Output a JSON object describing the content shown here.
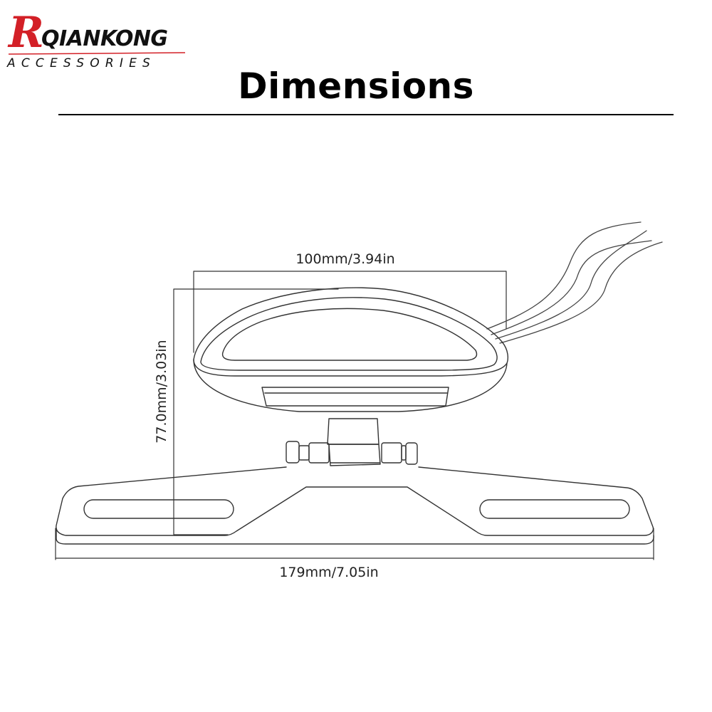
{
  "logo": {
    "brand": "RQIANKONG",
    "tagline": "ACCESSORIES",
    "accent_color": "#d32027"
  },
  "title": "Dimensions",
  "dimensions": {
    "width_top": "100mm/3.94in",
    "height": "77.0mm/3.03in",
    "width_total": "179mm/7.05in"
  }
}
